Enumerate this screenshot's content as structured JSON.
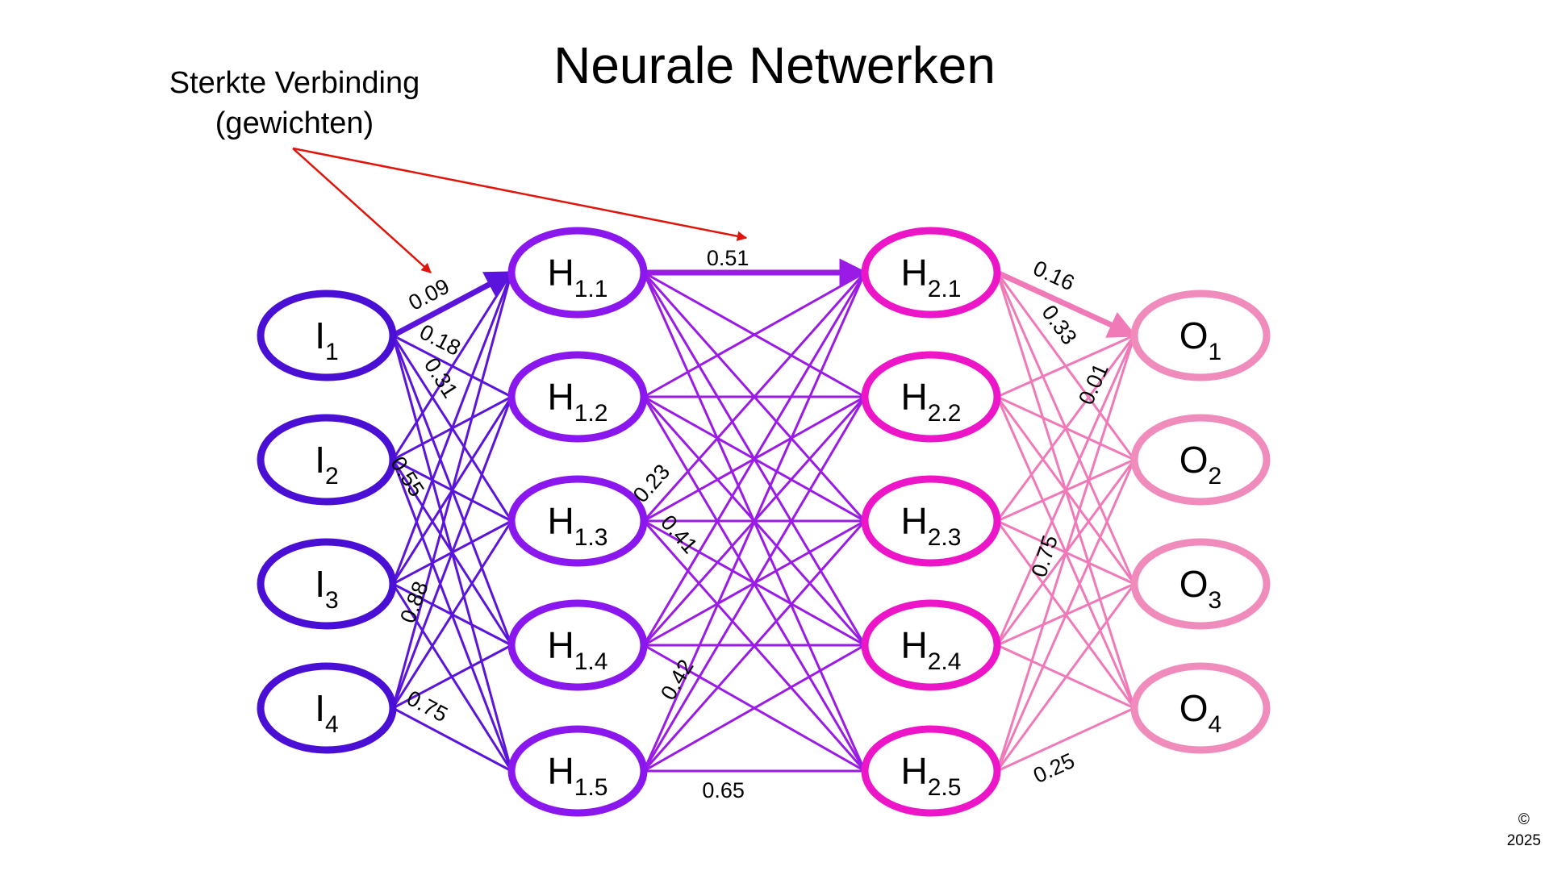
{
  "title": "Neurale Netwerken",
  "annotation": {
    "line1": "Sterkte Verbinding",
    "line2": "(gewichten)",
    "color": "#e0140b"
  },
  "copyright": {
    "symbol": "©",
    "year": "2025"
  },
  "layers": [
    {
      "name": "input",
      "color": "#4a0fd4",
      "edge_color": "#5a14dc",
      "nodes": [
        {
          "base": "I",
          "sub": "1"
        },
        {
          "base": "I",
          "sub": "2"
        },
        {
          "base": "I",
          "sub": "3"
        },
        {
          "base": "I",
          "sub": "4"
        }
      ]
    },
    {
      "name": "hidden1",
      "color": "#8a17ee",
      "edge_color": "#9a1ae6",
      "nodes": [
        {
          "base": "H",
          "sub": "1.1"
        },
        {
          "base": "H",
          "sub": "1.2"
        },
        {
          "base": "H",
          "sub": "1.3"
        },
        {
          "base": "H",
          "sub": "1.4"
        },
        {
          "base": "H",
          "sub": "1.5"
        }
      ]
    },
    {
      "name": "hidden2",
      "color": "#ec15c8",
      "edge_color": "#f07ab8",
      "nodes": [
        {
          "base": "H",
          "sub": "2.1"
        },
        {
          "base": "H",
          "sub": "2.2"
        },
        {
          "base": "H",
          "sub": "2.3"
        },
        {
          "base": "H",
          "sub": "2.4"
        },
        {
          "base": "H",
          "sub": "2.5"
        }
      ]
    },
    {
      "name": "output",
      "color": "#f08cbc",
      "edge_color": null,
      "nodes": [
        {
          "base": "O",
          "sub": "1"
        },
        {
          "base": "O",
          "sub": "2"
        },
        {
          "base": "O",
          "sub": "3"
        },
        {
          "base": "O",
          "sub": "4"
        }
      ]
    }
  ],
  "strong_connections": [
    {
      "from_layer": 0,
      "from": 0,
      "to": 0
    },
    {
      "from_layer": 1,
      "from": 0,
      "to": 0
    },
    {
      "from_layer": 2,
      "from": 0,
      "to": 0
    }
  ],
  "weights": [
    {
      "text": "0.09",
      "from_layer": 0,
      "from": 0,
      "to": 0
    },
    {
      "text": "0.18",
      "from_layer": 0,
      "from": 0,
      "to": 1
    },
    {
      "text": "0.31",
      "from_layer": 0,
      "from": 0,
      "to": 2
    },
    {
      "text": "0.55",
      "from_layer": 0,
      "from": 1,
      "to": 3
    },
    {
      "text": "0.88",
      "from_layer": 0,
      "from": 3,
      "to": 1
    },
    {
      "text": "0.75",
      "from_layer": 0,
      "from": 3,
      "to": 4
    },
    {
      "text": "0.51",
      "from_layer": 1,
      "from": 0,
      "to": 0
    },
    {
      "text": "0.23",
      "from_layer": 1,
      "from": 2,
      "to": 0
    },
    {
      "text": "0.41",
      "from_layer": 1,
      "from": 2,
      "to": 4
    },
    {
      "text": "0.42",
      "from_layer": 1,
      "from": 4,
      "to": 1
    },
    {
      "text": "0.65",
      "from_layer": 1,
      "from": 4,
      "to": 4
    },
    {
      "text": "0.16",
      "from_layer": 2,
      "from": 0,
      "to": 0
    },
    {
      "text": "0.33",
      "from_layer": 2,
      "from": 0,
      "to": 1
    },
    {
      "text": "0.01",
      "from_layer": 2,
      "from": 3,
      "to": 0
    },
    {
      "text": "0.75",
      "from_layer": 2,
      "from": 4,
      "to": 0
    },
    {
      "text": "0.25",
      "from_layer": 2,
      "from": 4,
      "to": 3
    }
  ]
}
